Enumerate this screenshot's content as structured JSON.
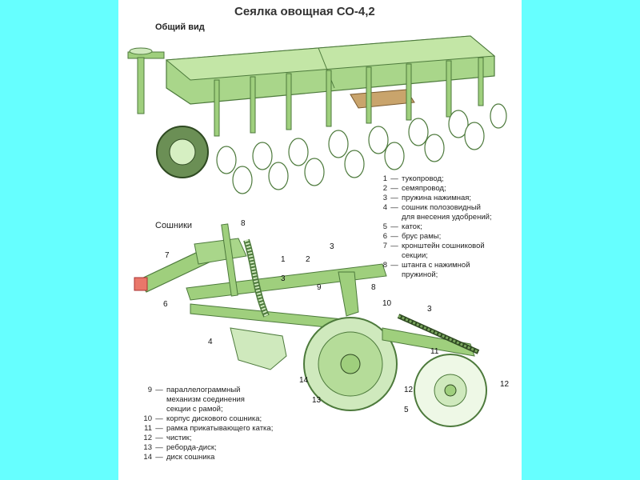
{
  "header": {
    "title": "Сеялка овощная СО-4,2",
    "subtitle": "Общий вид",
    "section2": "Сошники"
  },
  "legend_top": [
    {
      "n": "1",
      "t": "тукопровод;"
    },
    {
      "n": "2",
      "t": "семяпровод;"
    },
    {
      "n": "3",
      "t": "пружина нажимная;"
    },
    {
      "n": "4",
      "t": "сошник полозовидный"
    },
    {
      "n": "",
      "t": "для внесения удобрений;"
    },
    {
      "n": "5",
      "t": "каток;"
    },
    {
      "n": "6",
      "t": "брус рамы;"
    },
    {
      "n": "7",
      "t": "кронштейн сошниковой"
    },
    {
      "n": "",
      "t": "секции;"
    },
    {
      "n": "8",
      "t": "штанга с нажимной"
    },
    {
      "n": "",
      "t": "пружиной;"
    }
  ],
  "legend_bottom": [
    {
      "n": "9",
      "t": "параллелограммный"
    },
    {
      "n": "",
      "t": "механизм соединения"
    },
    {
      "n": "",
      "t": "секции с рамой;"
    },
    {
      "n": "10",
      "t": "корпус дискового сошника;"
    },
    {
      "n": "11",
      "t": "рамка прикатывающего катка;"
    },
    {
      "n": "12",
      "t": "чистик;"
    },
    {
      "n": "13",
      "t": "реборда-диск;"
    },
    {
      "n": "14",
      "t": "диск сошника"
    }
  ],
  "callouts": [
    "8",
    "7",
    "1",
    "3",
    "6",
    "4",
    "9",
    "2",
    "3",
    "8",
    "10",
    "3",
    "11",
    "14",
    "12",
    "13",
    "12",
    "5"
  ],
  "colors": {
    "background": "#66ffff",
    "machine_green": "#9fcf7d",
    "machine_dark": "#5d8a4a"
  }
}
